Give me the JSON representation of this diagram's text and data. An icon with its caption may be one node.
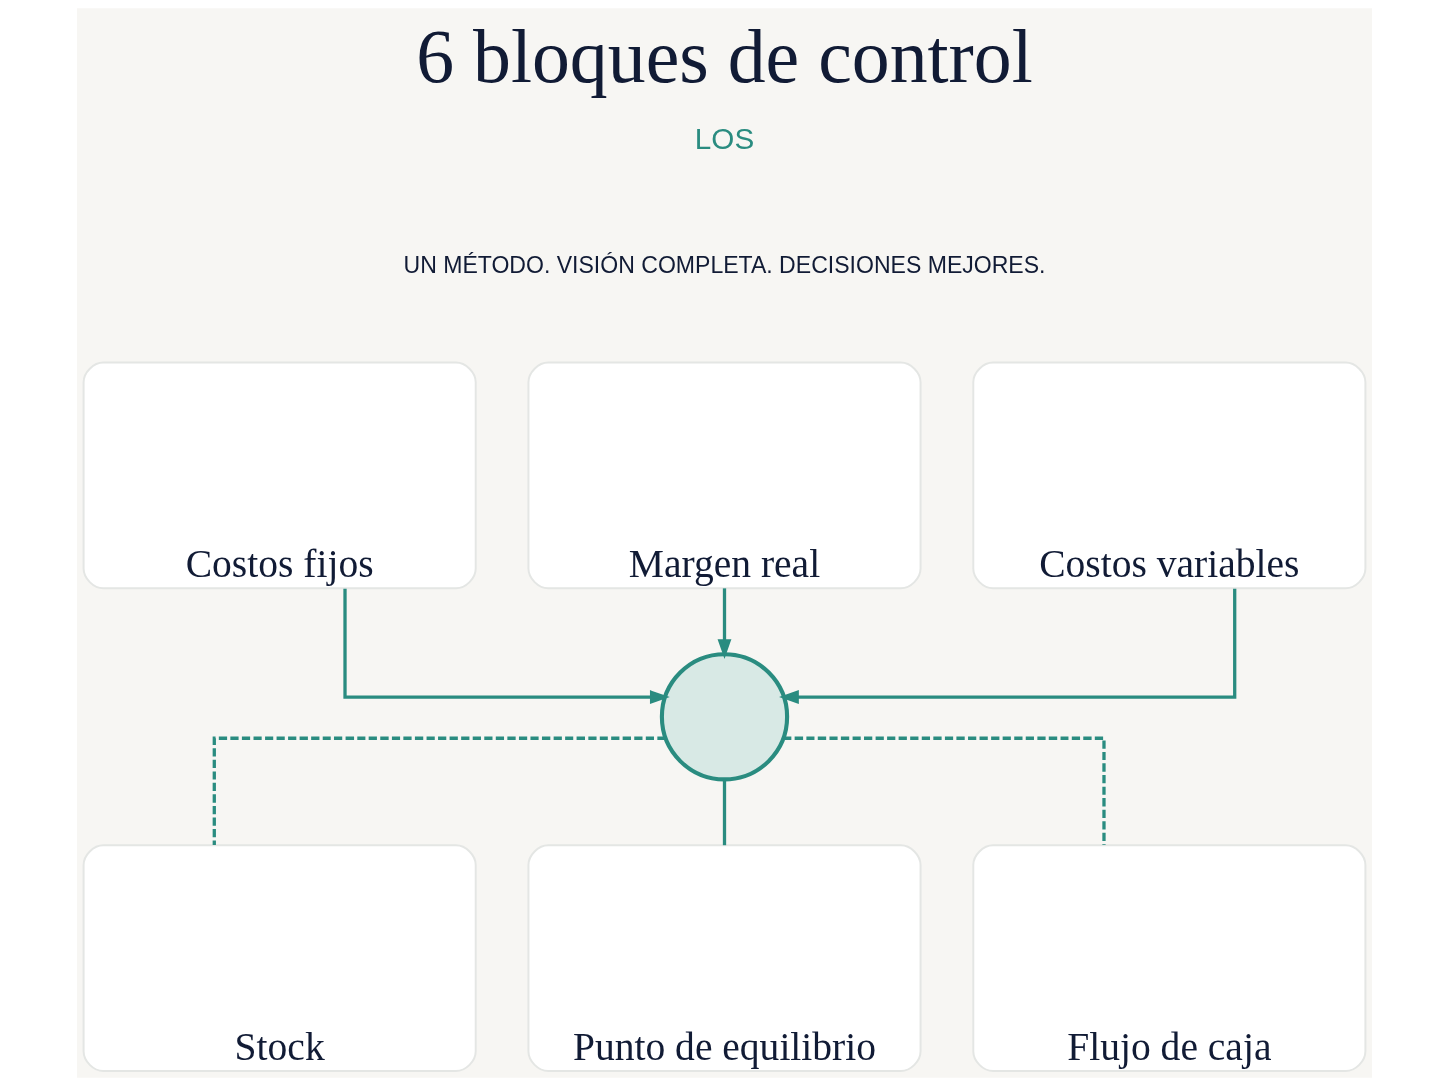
{
  "diagram": {
    "title": "6 bloques de control",
    "nodes": [
      {
        "text": [
          "Costos fijos"
        ]
      },
      {
        "text": [
          "Margen real"
        ]
      },
      {
        "text": [
          "Costos variables"
        ]
      },
      {
        "text": [],
        "shape": "circle"
      },
      {
        "text": [
          "Stock"
        ]
      },
      {
        "text": [
          "Punto de equilibrio"
        ]
      },
      {
        "text": [
          "Flujo de caja"
        ]
      }
    ],
    "edges": [
      {
        "from": 0,
        "to": 3,
        "arrow": "to"
      },
      {
        "from": 1,
        "to": 3,
        "arrow": "to"
      },
      {
        "from": 2,
        "to": 3,
        "arrow": "to"
      },
      {
        "from": 3,
        "to": 4,
        "arrow": "none",
        "style": "dashed"
      },
      {
        "from": 3,
        "to": 5,
        "arrow": "none"
      },
      {
        "from": 3,
        "to": 6,
        "arrow": "none",
        "style": "dashed"
      }
    ],
    "labels": [
      "LOS",
      "UN MÉTODO. VISIÓN COMPLETA. DECISIONES MEJORES."
    ]
  }
}
